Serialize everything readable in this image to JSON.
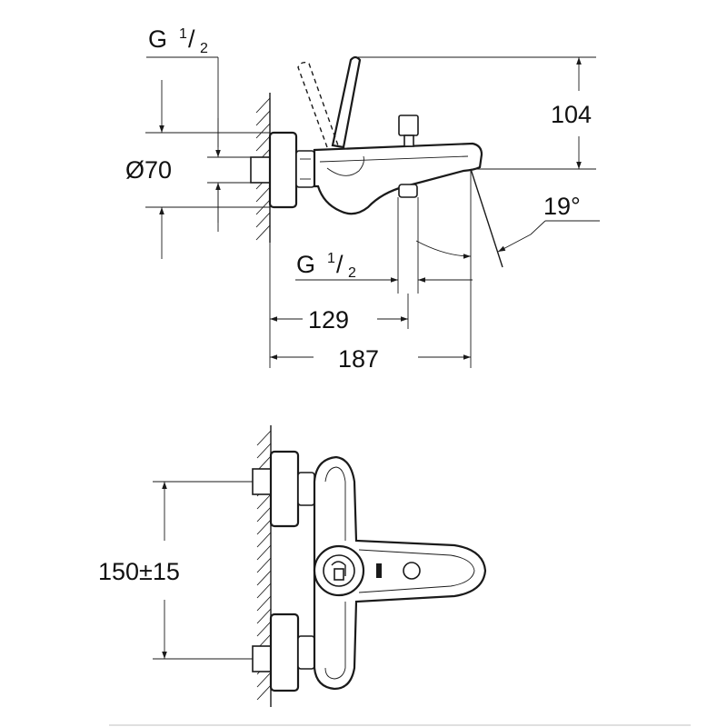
{
  "dimensions": {
    "inlet_thread_top": {
      "main": "G",
      "sup": "1",
      "sub": "2"
    },
    "rosette_diameter": "Ø70",
    "lever_height": "104",
    "spout_angle": "19°",
    "outlet_thread": {
      "main": "G",
      "sup": "1",
      "sub": "2"
    },
    "spout_outlet_reach": "129",
    "spout_total_reach": "187",
    "inlet_spacing": "150±15"
  }
}
